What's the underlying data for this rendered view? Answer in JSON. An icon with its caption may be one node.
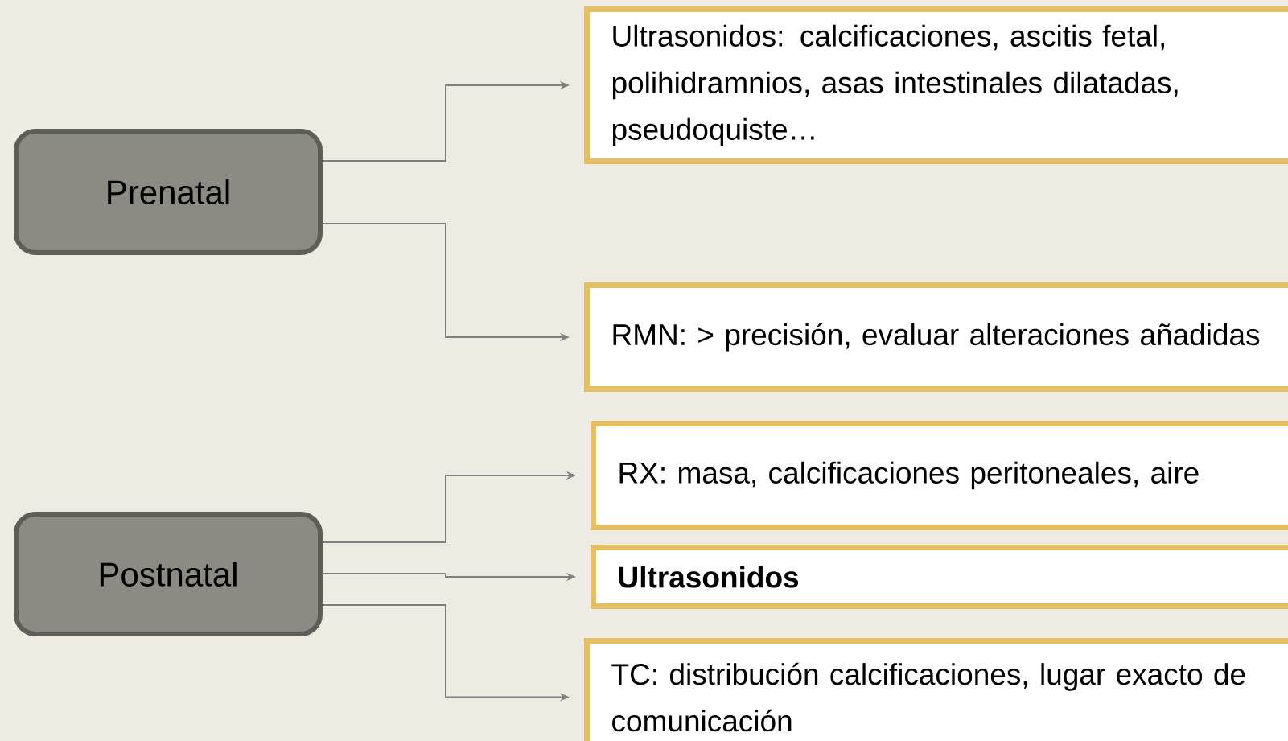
{
  "diagram": {
    "nodes": [
      {
        "text": [
          "Prenatal"
        ]
      },
      {
        "text": [
          "Ultrasonidos: calcificaciones, ascitis fetal, polihidramnios, asas intestinales dilatadas, pseudoquiste…"
        ]
      },
      {
        "text": [
          "RMN: > precisión, evaluar alteraciones añadidas"
        ]
      },
      {
        "text": [
          "Postnatal"
        ]
      },
      {
        "text": [
          "RX: masa, calcificaciones peritoneales, aire"
        ]
      },
      {
        "text": [
          "Ultrasonidos"
        ]
      },
      {
        "text": [
          "TC: distribución calcificaciones, lugar exacto de comunicación"
        ]
      }
    ],
    "edges": [
      {
        "from": 0,
        "to": 1,
        "arrow": "to"
      },
      {
        "from": 0,
        "to": 2,
        "arrow": "to"
      },
      {
        "from": 3,
        "to": 4,
        "arrow": "to"
      },
      {
        "from": 3,
        "to": 5,
        "arrow": "to"
      },
      {
        "from": 3,
        "to": 6,
        "arrow": "to"
      }
    ]
  }
}
